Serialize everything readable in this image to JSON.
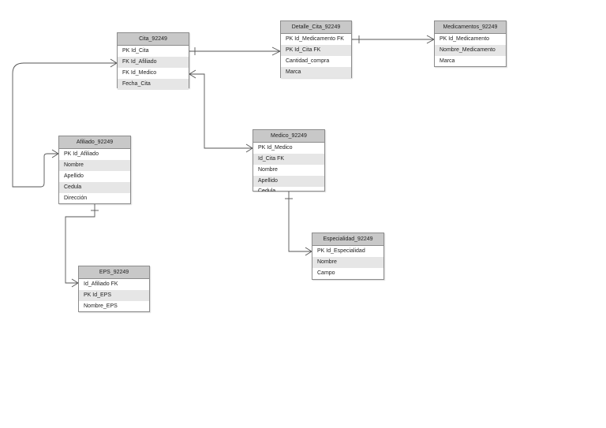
{
  "diagram": {
    "entities": {
      "cita": {
        "title": "Cita_92249",
        "fields": [
          "PK Id_Cita",
          "FK Id_Afiliado",
          "FK Id_Medico",
          "Fecha_Cita"
        ]
      },
      "detalle": {
        "title": "Detalle_Cita_92249",
        "fields": [
          "PK Id_Medicamento FK",
          "PK Id_Cita FK",
          "Cantidad_compra",
          "Marca"
        ]
      },
      "medicamentos": {
        "title": "Medicamentos_92249",
        "fields": [
          "PK Id_Medicamento",
          "Nombre_Medicamento",
          "Marca"
        ]
      },
      "afiliado": {
        "title": "Afiliado_92249",
        "fields": [
          "PK Id_Afiliado",
          "Nombre",
          "Apellido",
          "Cedula",
          "Dirección"
        ]
      },
      "medico": {
        "title": "Medico_92249",
        "fields": [
          "PK Id_Medico",
          "Id_Cita FK",
          "Nombre",
          "Apellido",
          "Cedula"
        ]
      },
      "eps": {
        "title": "EPS_92249",
        "fields": [
          "Id_Afiliado FK",
          "PK Id_EPS",
          "Nombre_EPS"
        ]
      },
      "especialidad": {
        "title": "Especialidad_92249",
        "fields": [
          "PK Id_Especialidad",
          "Nombre",
          "Campo"
        ]
      }
    }
  }
}
